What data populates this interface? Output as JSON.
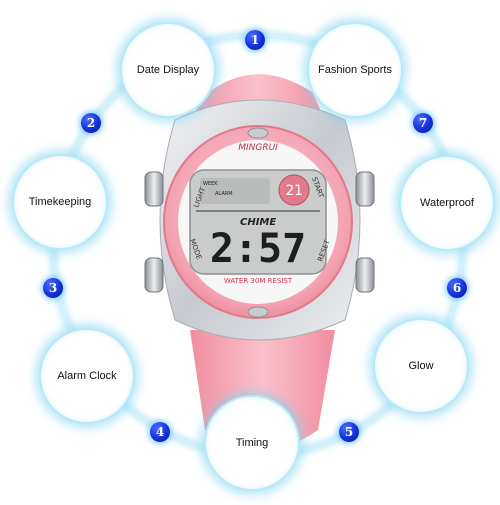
{
  "features": [
    {
      "number": "1",
      "label": "Date Display"
    },
    {
      "number": "2",
      "label": "Timekeeping"
    },
    {
      "number": "3",
      "label": "Alarm Clock"
    },
    {
      "number": "4",
      "label": "Timing"
    },
    {
      "number": "5",
      "label": "Glow"
    },
    {
      "number": "6",
      "label": "Waterproof"
    },
    {
      "number": "7",
      "label": "Fashion Sports"
    }
  ],
  "watch": {
    "brand": "MINGRUI",
    "button_light": "LIGHT",
    "button_start": "START",
    "button_mode": "MODE",
    "button_reset": "RESET",
    "lcd_week": "WEEK",
    "lcd_alarm": "ALARM",
    "lcd_chime": "CHIME",
    "time_digits": "2:57",
    "seconds": "21",
    "water_resist": "WATER 30M RESIST"
  },
  "colors": {
    "strap": "#f7a9b6",
    "bezel": "#f6b3c0",
    "case_silver": "#d8dade",
    "lcd": "#c9cccb",
    "ring": "#bfeaf7",
    "badge": "#1a36e0"
  }
}
